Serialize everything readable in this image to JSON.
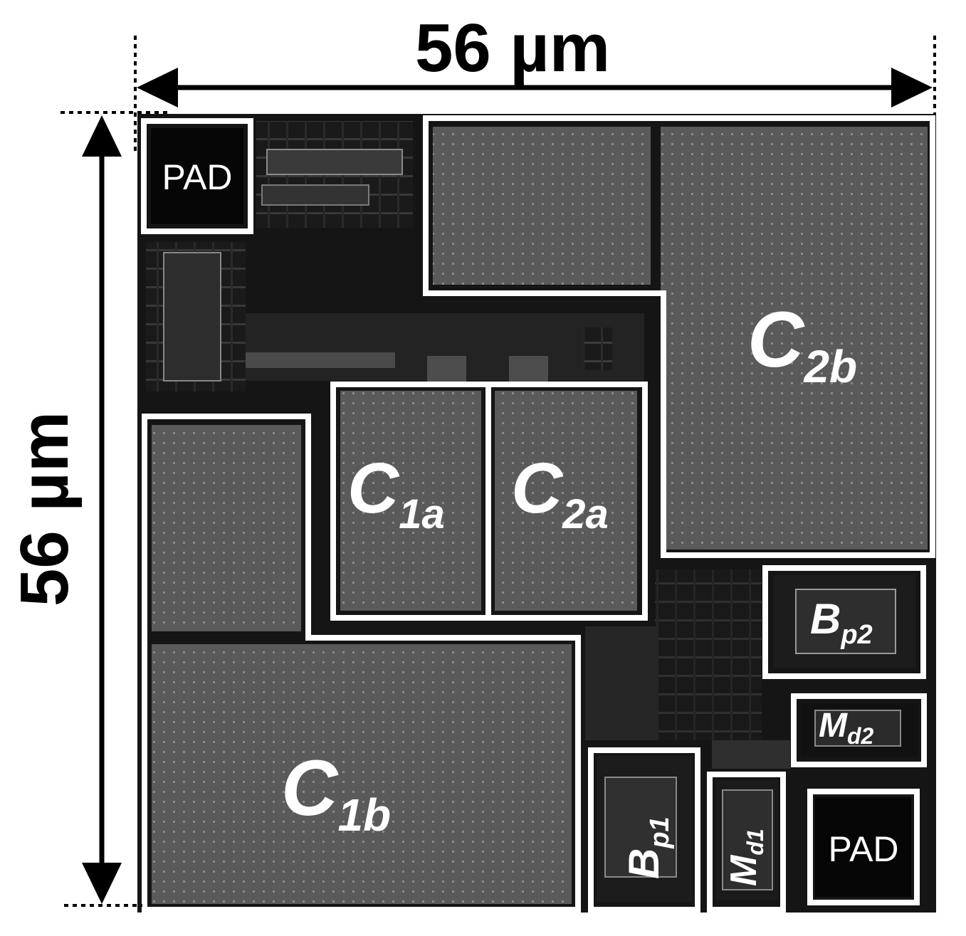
{
  "dimensions": {
    "width_label": "56 µm",
    "height_label": "56 µm"
  },
  "blocks": {
    "pad_top": "PAD",
    "pad_bottom": "PAD",
    "c1a": {
      "main": "C",
      "sub": "1a"
    },
    "c2a": {
      "main": "C",
      "sub": "2a"
    },
    "c1b": {
      "main": "C",
      "sub": "1b"
    },
    "c2b": {
      "main": "C",
      "sub": "2b"
    },
    "bp2": {
      "main": "B",
      "sub": "p2"
    },
    "md2": {
      "main": "M",
      "sub": "d2"
    },
    "bp1": {
      "main": "B",
      "sub": "p1"
    },
    "md1": {
      "main": "M",
      "sub": "d1"
    }
  },
  "colors": {
    "die_background": "#151515",
    "capacitor_fill": "#5b5b5b",
    "outline": "#ffffff",
    "pad_fill": "#050505"
  }
}
